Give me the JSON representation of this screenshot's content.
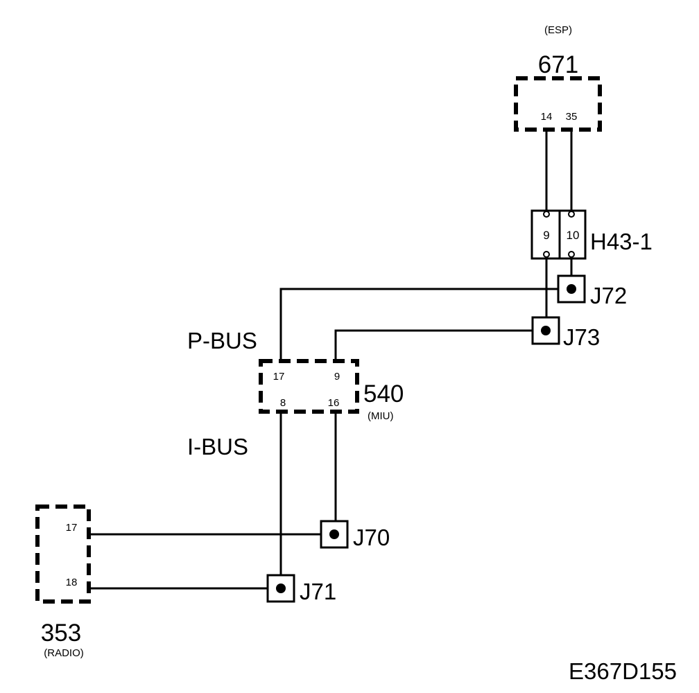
{
  "components": {
    "esp": {
      "number": "671",
      "name": "(ESP)",
      "pins": [
        "14",
        "35"
      ]
    },
    "miu": {
      "number": "540",
      "name": "(MIU)",
      "pins": [
        "17",
        "9",
        "8",
        "16"
      ]
    },
    "radio": {
      "number": "353",
      "name": "(RADIO)",
      "pins": [
        "17",
        "18"
      ]
    }
  },
  "connector": {
    "name": "H43-1",
    "pins": [
      "9",
      "10"
    ]
  },
  "junctions": [
    "J72",
    "J73",
    "J70",
    "J71"
  ],
  "bus_labels": {
    "p_bus": "P-BUS",
    "i_bus": "I-BUS"
  },
  "figure_id": "E367D155"
}
